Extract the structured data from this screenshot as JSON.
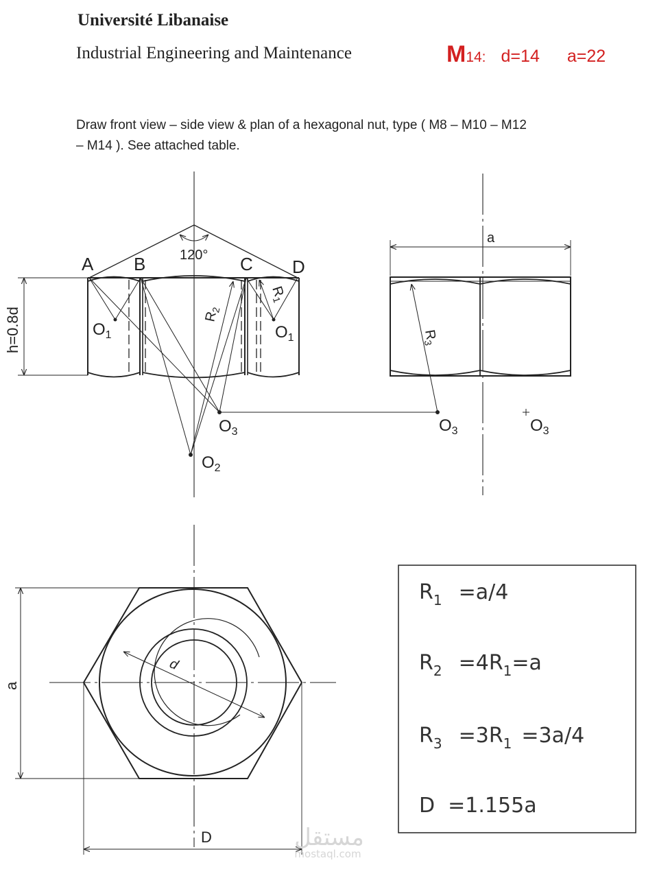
{
  "header": {
    "university": "Université Libanaise",
    "department": "Industrial Engineering and Maintenance",
    "spec": {
      "m": "M",
      "m_sub": "14:",
      "d": "d=14",
      "a": "a=22"
    }
  },
  "instructions": {
    "line1": "Draw front view – side view & plan of a hexagonal nut, type ( M8 – M10 – M12",
    "line2": "– M14 ). See attached table."
  },
  "front_view": {
    "angle": "120°",
    "point_a": "A",
    "point_b": "B",
    "point_c": "C",
    "point_d": "D",
    "height": "h=0.8d",
    "r1": "R",
    "r1_sub": "1",
    "r2": "R",
    "r2_sub": "2",
    "o1": "O",
    "o1_sub": "1",
    "o2": "O",
    "o2_sub": "2",
    "o3": "O",
    "o3_sub": "3"
  },
  "side_view": {
    "a_label": "a",
    "r3": "R",
    "r3_sub": "3",
    "o3": "O",
    "o3_sub": "3",
    "o3_far": "O",
    "o3_far_sub": "3"
  },
  "plan_view": {
    "a_label": "a",
    "d_label": "d",
    "big_d_label": "D"
  },
  "formulas": {
    "r1": {
      "name": "R",
      "sub": "1",
      "expr": "=a/4"
    },
    "r2": {
      "name": "R",
      "sub": "2",
      "expr": "=4R",
      "expr_sub": "1",
      "expr_tail": "=a"
    },
    "r3": {
      "name": "R",
      "sub": "3",
      "expr": "=3R",
      "expr_sub": "1",
      "expr_tail": "=3a/4"
    },
    "d": {
      "expr": "D  =1.155a"
    }
  },
  "watermark": {
    "arabic": "مستقل",
    "latin": "mostaql.com"
  },
  "colors": {
    "accent_red": "#d32020",
    "ink": "#222222"
  }
}
